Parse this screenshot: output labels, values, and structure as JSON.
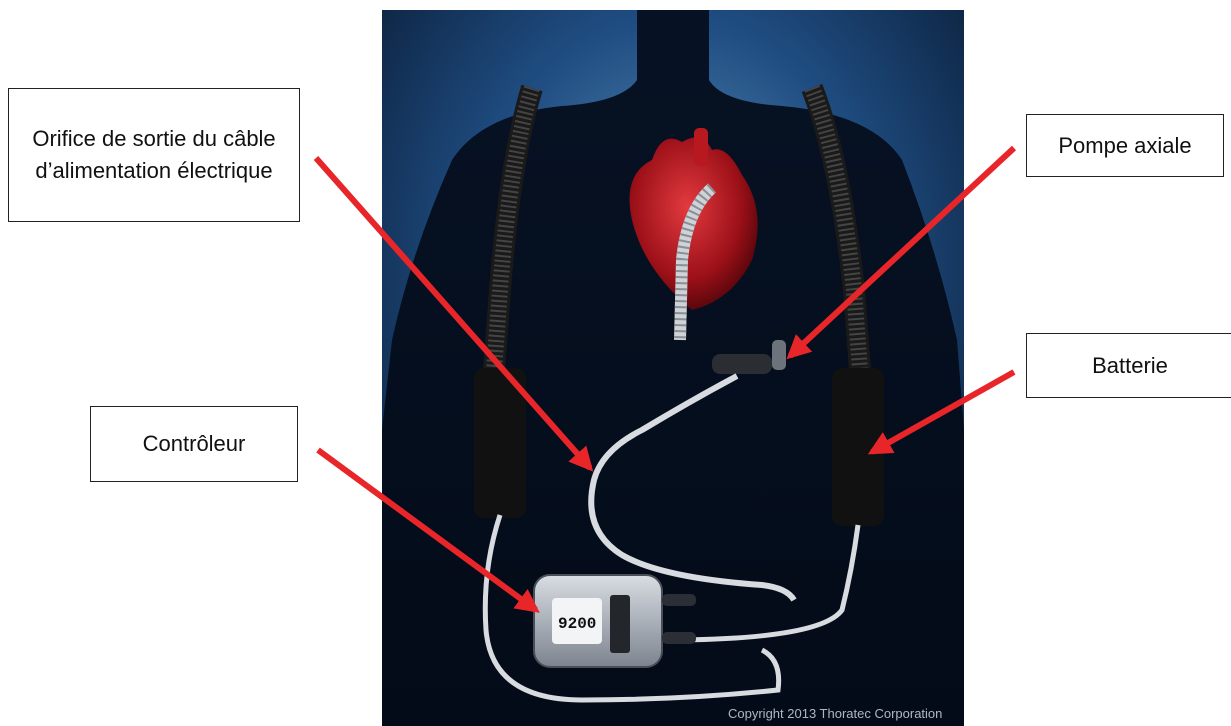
{
  "labels": {
    "exit_site": "Orifice de sortie du câble d’alimentation électrique",
    "pump": "Pompe axiale",
    "battery": "Batterie",
    "controller": "Contrôleur"
  },
  "illustration": {
    "copyright": "Copyright 2013 Thoratec Corporation",
    "controller_display": "9200"
  },
  "colors": {
    "arrow": "#e8262a",
    "background": "#0a1a3a",
    "heart": "#b0121c"
  }
}
